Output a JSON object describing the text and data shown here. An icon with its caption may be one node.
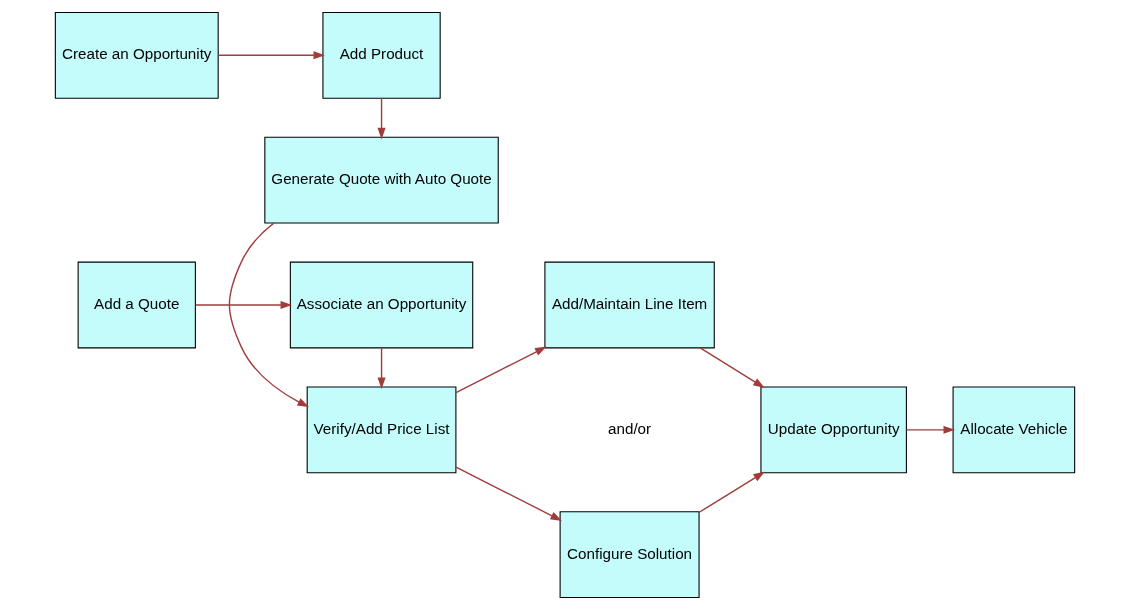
{
  "diagram": {
    "nodes": [
      {
        "text": [
          "Create an Opportunity"
        ]
      },
      {
        "text": [
          "Add Product"
        ]
      },
      {
        "text": [
          "Generate Quote with Auto Quote"
        ]
      },
      {
        "text": [
          "Verify/Add Price List"
        ]
      },
      {
        "text": [
          "Add/Maintain Line Item"
        ]
      },
      {
        "text": [
          "Configure Solution"
        ]
      },
      {
        "text": [
          "Update Opportunity"
        ]
      },
      {
        "text": [
          "Allocate Vehicle"
        ]
      },
      {
        "text": [
          "Add a Quote"
        ]
      },
      {
        "text": [
          "Associate an Opportunity"
        ]
      }
    ],
    "edges": [
      {
        "from": 0,
        "to": 1,
        "arrow": "to"
      },
      {
        "from": 1,
        "to": 2,
        "arrow": "to"
      },
      {
        "from": 2,
        "to": 3,
        "arrow": "to"
      },
      {
        "from": 8,
        "to": 9,
        "arrow": "to"
      },
      {
        "from": 9,
        "to": 3,
        "arrow": "to"
      },
      {
        "from": 3,
        "to": 4,
        "arrow": "to"
      },
      {
        "from": 3,
        "to": 5,
        "arrow": "to"
      },
      {
        "from": 4,
        "to": 6,
        "arrow": "to"
      },
      {
        "from": 5,
        "to": 6,
        "arrow": "to"
      },
      {
        "from": 6,
        "to": 7,
        "arrow": "to"
      }
    ],
    "labels": [
      "and/or"
    ]
  }
}
